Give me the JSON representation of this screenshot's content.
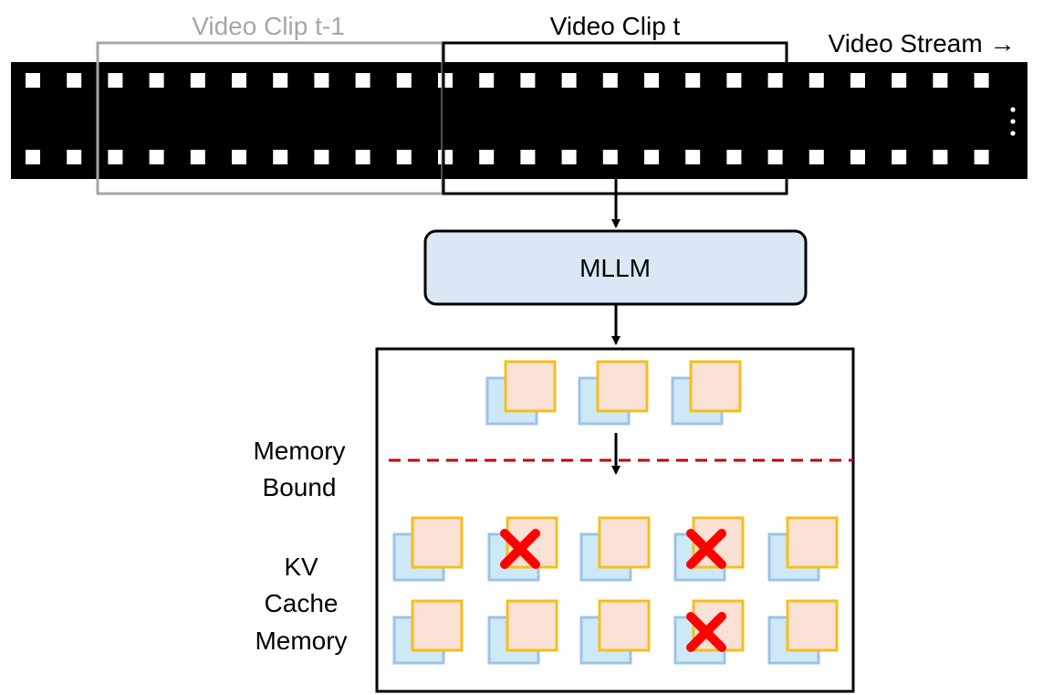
{
  "labels": {
    "prev_clip": "Video Clip t-1",
    "curr_clip": "Video Clip t",
    "stream": "Video Stream →",
    "ellipsis": "⋮",
    "model": "MLLM",
    "bound_line1": "Memory",
    "bound_line2": "Bound",
    "kv_line1": "KV",
    "kv_line2": "Cache",
    "kv_line3": "Memory"
  },
  "colors": {
    "film": "#000000",
    "perforation": "#ffffff",
    "prev_clip_frame": "#a6a6a6",
    "curr_clip_frame": "#000000",
    "model_fill": "#dae8f5",
    "model_stroke": "#000000",
    "key_fill": "#cde8f6",
    "key_stroke": "#9dc3e6",
    "value_fill": "#fbe1d5",
    "value_stroke": "#f4bf1c",
    "bound_line": "#c00000",
    "evict_mark": "#ff0000"
  },
  "kv_cache": {
    "new_tokens": 3,
    "rows": [
      [
        false,
        true,
        false,
        true,
        false
      ],
      [
        false,
        false,
        false,
        true,
        false
      ]
    ]
  }
}
